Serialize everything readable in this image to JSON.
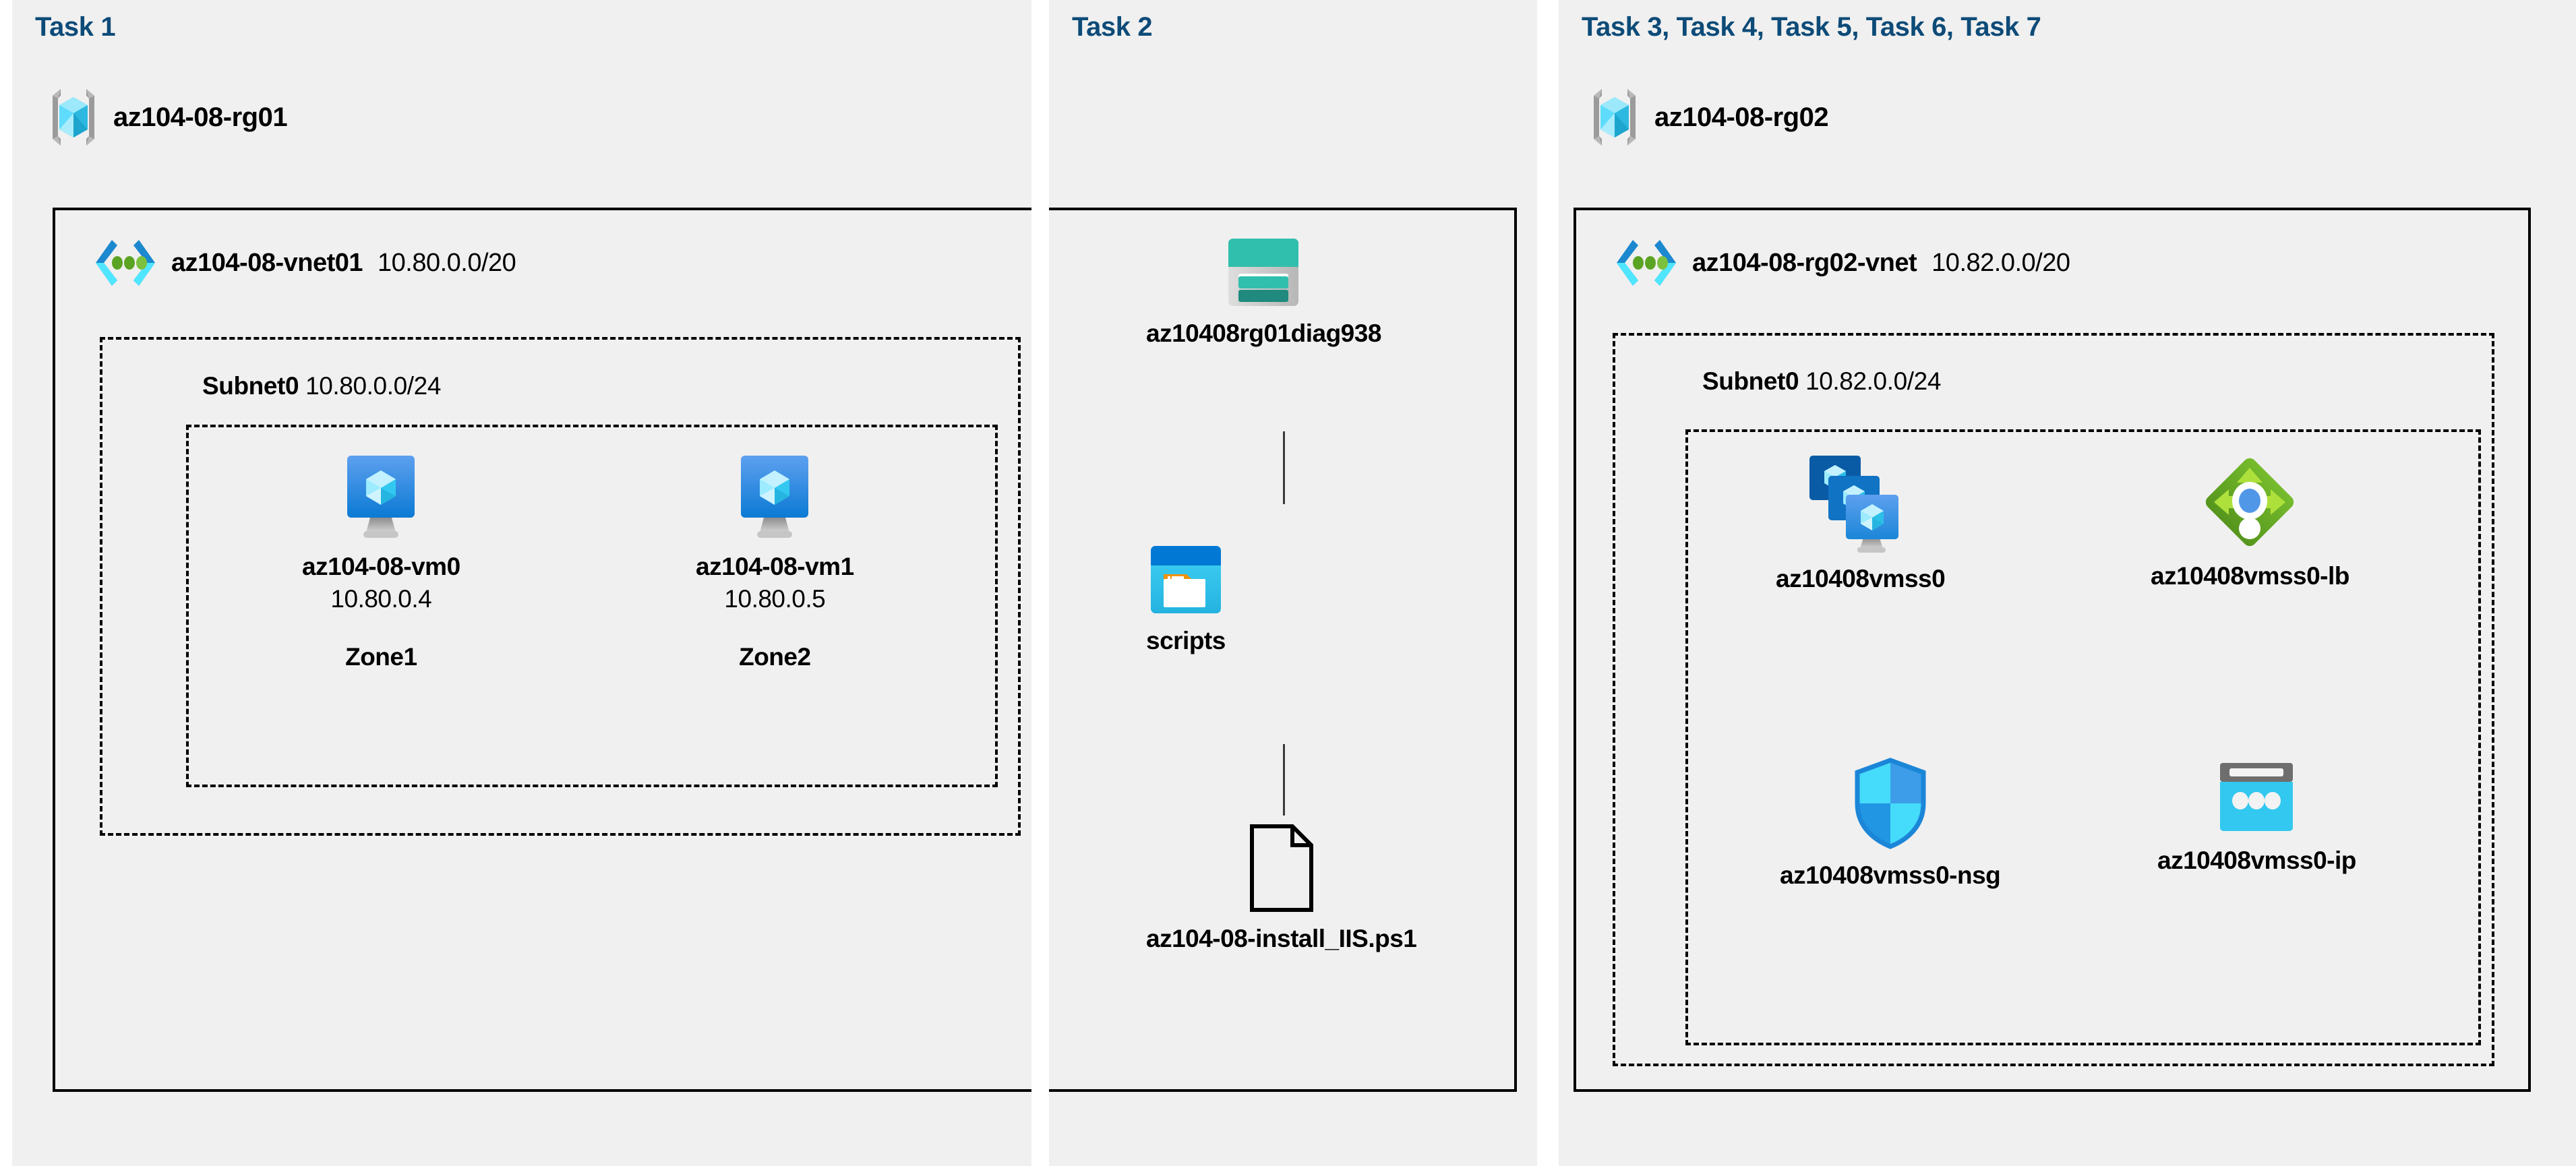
{
  "diagram": {
    "title_color": "#0d4b78",
    "background": "#f0f0f0"
  },
  "columns": [
    {
      "id": "task1",
      "task_label": "Task 1",
      "resource_group": {
        "name": "az104-08-rg01",
        "icon": "resource-group-icon"
      },
      "vnet": {
        "name": "az104-08-vnet01",
        "cidr": "10.80.0.0/20",
        "icon": "virtual-network-icon"
      },
      "subnet": {
        "name": "Subnet0",
        "cidr": "10.80.0.0/24"
      },
      "nodes": [
        {
          "icon": "virtual-machine-icon",
          "name": "az104-08-vm0",
          "ip": "10.80.0.4",
          "zone": "Zone1"
        },
        {
          "icon": "virtual-machine-icon",
          "name": "az104-08-vm1",
          "ip": "10.80.0.5",
          "zone": "Zone2"
        }
      ]
    },
    {
      "id": "task2",
      "task_label": "Task 2",
      "nodes": [
        {
          "icon": "storage-account-icon",
          "name": "az10408rg01diag938"
        },
        {
          "icon": "blob-container-icon",
          "name": "scripts"
        },
        {
          "icon": "file-document-icon",
          "name": "az104-08-install_IIS.ps1"
        }
      ]
    },
    {
      "id": "task3",
      "task_label": "Task 3, Task 4, Task 5, Task 6, Task 7",
      "resource_group": {
        "name": "az104-08-rg02",
        "icon": "resource-group-icon"
      },
      "vnet": {
        "name": "az104-08-rg02-vnet",
        "cidr": "10.82.0.0/20",
        "icon": "virtual-network-icon"
      },
      "subnet": {
        "name": "Subnet0",
        "cidr": "10.82.0.0/24"
      },
      "nodes": [
        {
          "icon": "vm-scale-set-icon",
          "name": "az10408vmss0"
        },
        {
          "icon": "load-balancer-icon",
          "name": "az10408vmss0-lb"
        },
        {
          "icon": "network-security-group-icon",
          "name": "az10408vmss0-nsg"
        },
        {
          "icon": "public-ip-address-icon",
          "name": "az10408vmss0-ip"
        }
      ]
    }
  ],
  "colors": {
    "task_heading": "#0d4b78",
    "panel_bg": "#f0f0f0",
    "vnet_border": "#000000",
    "storage_teal": "#31bfad",
    "storage_teal_dark": "#1f8a7d",
    "blob_blue": "#0078d4",
    "blob_cyan": "#32c8f0",
    "blob_orange": "#f2910a",
    "lb_green": "#5fa828",
    "lb_green_light": "#aee03c",
    "lb_dot_blue": "#5197e8",
    "nsg_cyan": "#3ad6f7",
    "nsg_blue": "#3d9de8",
    "public_ip_gray": "#6e6e6e",
    "public_ip_cyan": "#32c8f0",
    "vm_blue_top": "#5ea0ef",
    "vm_blue_bottom": "#0b7ad4"
  }
}
